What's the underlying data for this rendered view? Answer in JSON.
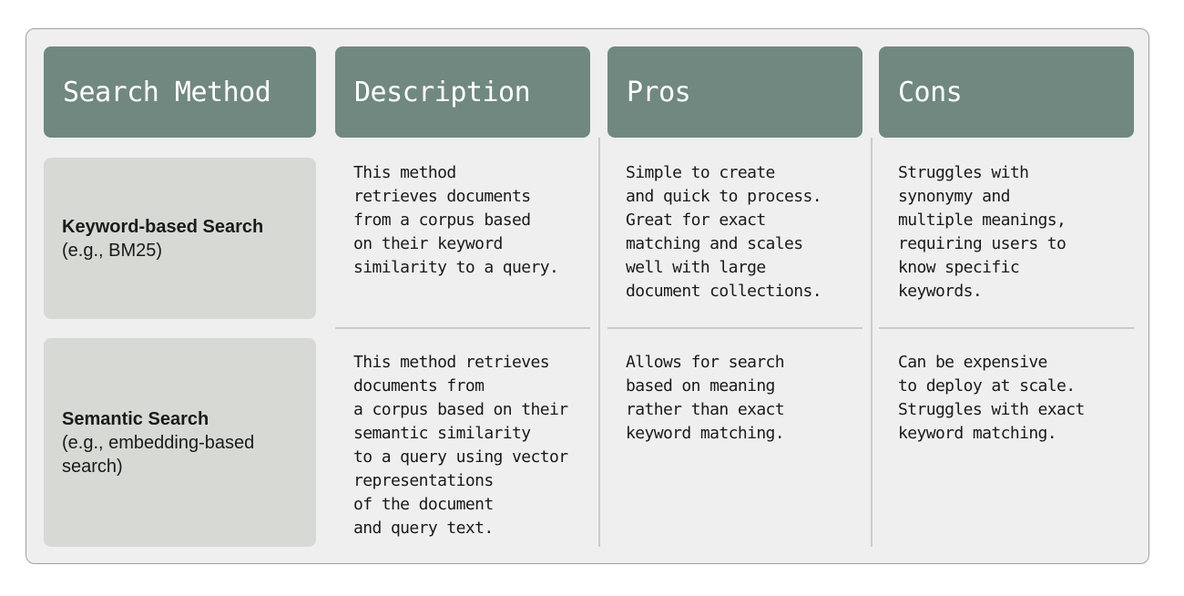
{
  "headers": [
    "Search Method",
    "Description",
    "Pros",
    "Cons"
  ],
  "rows": [
    {
      "method": "Keyword-based Search",
      "method_sub": [
        "(e.g., BM25)"
      ],
      "description": [
        "This method",
        "retrieves documents",
        "from a corpus based",
        "on their keyword",
        "similarity to a query."
      ],
      "pros": [
        "Simple to create",
        "and quick to process.",
        "Great for exact",
        "matching and scales",
        "well with large",
        "document collections."
      ],
      "cons": [
        "Struggles with",
        "synonymy and",
        "multiple meanings,",
        "requiring users to",
        "know specific",
        "keywords."
      ]
    },
    {
      "method": "Semantic Search",
      "method_sub": [
        "(e.g., embedding-based",
        "search)"
      ],
      "description": [
        "This method retrieves",
        "documents from",
        "a corpus based on their",
        "semantic similarity",
        "to a query using vector",
        "representations",
        "of the document",
        "and query text."
      ],
      "pros": [
        "Allows for search",
        "based on meaning",
        "rather than exact",
        "keyword matching."
      ],
      "cons": [
        "Can be expensive",
        "to deploy at scale.",
        "Struggles with exact",
        "keyword matching."
      ]
    }
  ],
  "colors": {
    "header_bg": "#718880",
    "label_bg": "#d6d9d4",
    "panel_bg": "#eeefee",
    "divider": "#c9cdca"
  }
}
